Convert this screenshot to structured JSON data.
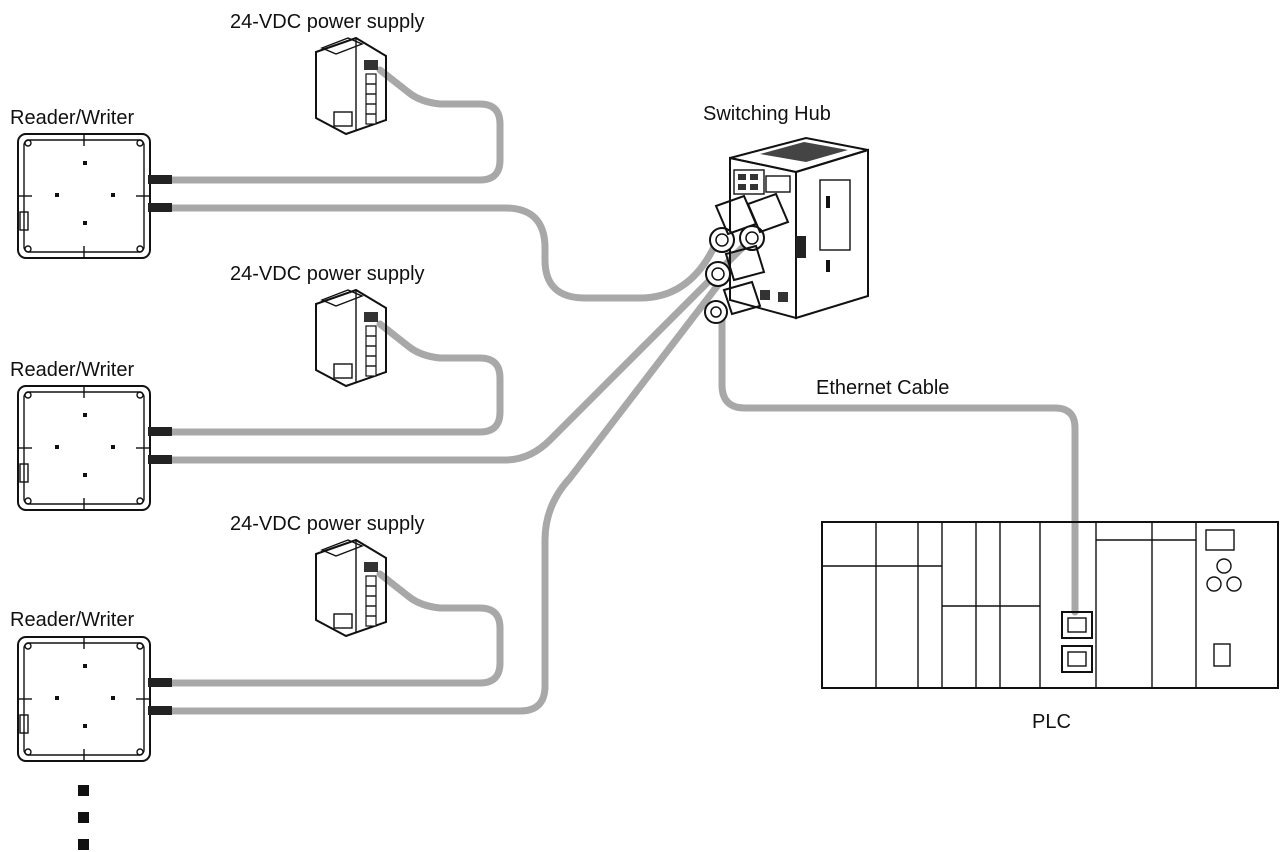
{
  "labels": {
    "power_supply_1": "24-VDC power supply",
    "power_supply_2": "24-VDC power supply",
    "power_supply_3": "24-VDC power supply",
    "reader_writer_1": "Reader/Writer",
    "reader_writer_2": "Reader/Writer",
    "reader_writer_3": "Reader/Writer",
    "switching_hub": "Switching Hub",
    "ethernet_cable": "Ethernet Cable",
    "plc": "PLC"
  },
  "colors": {
    "cable": "#a8a8a8",
    "outline": "#111111",
    "background": "#ffffff"
  }
}
